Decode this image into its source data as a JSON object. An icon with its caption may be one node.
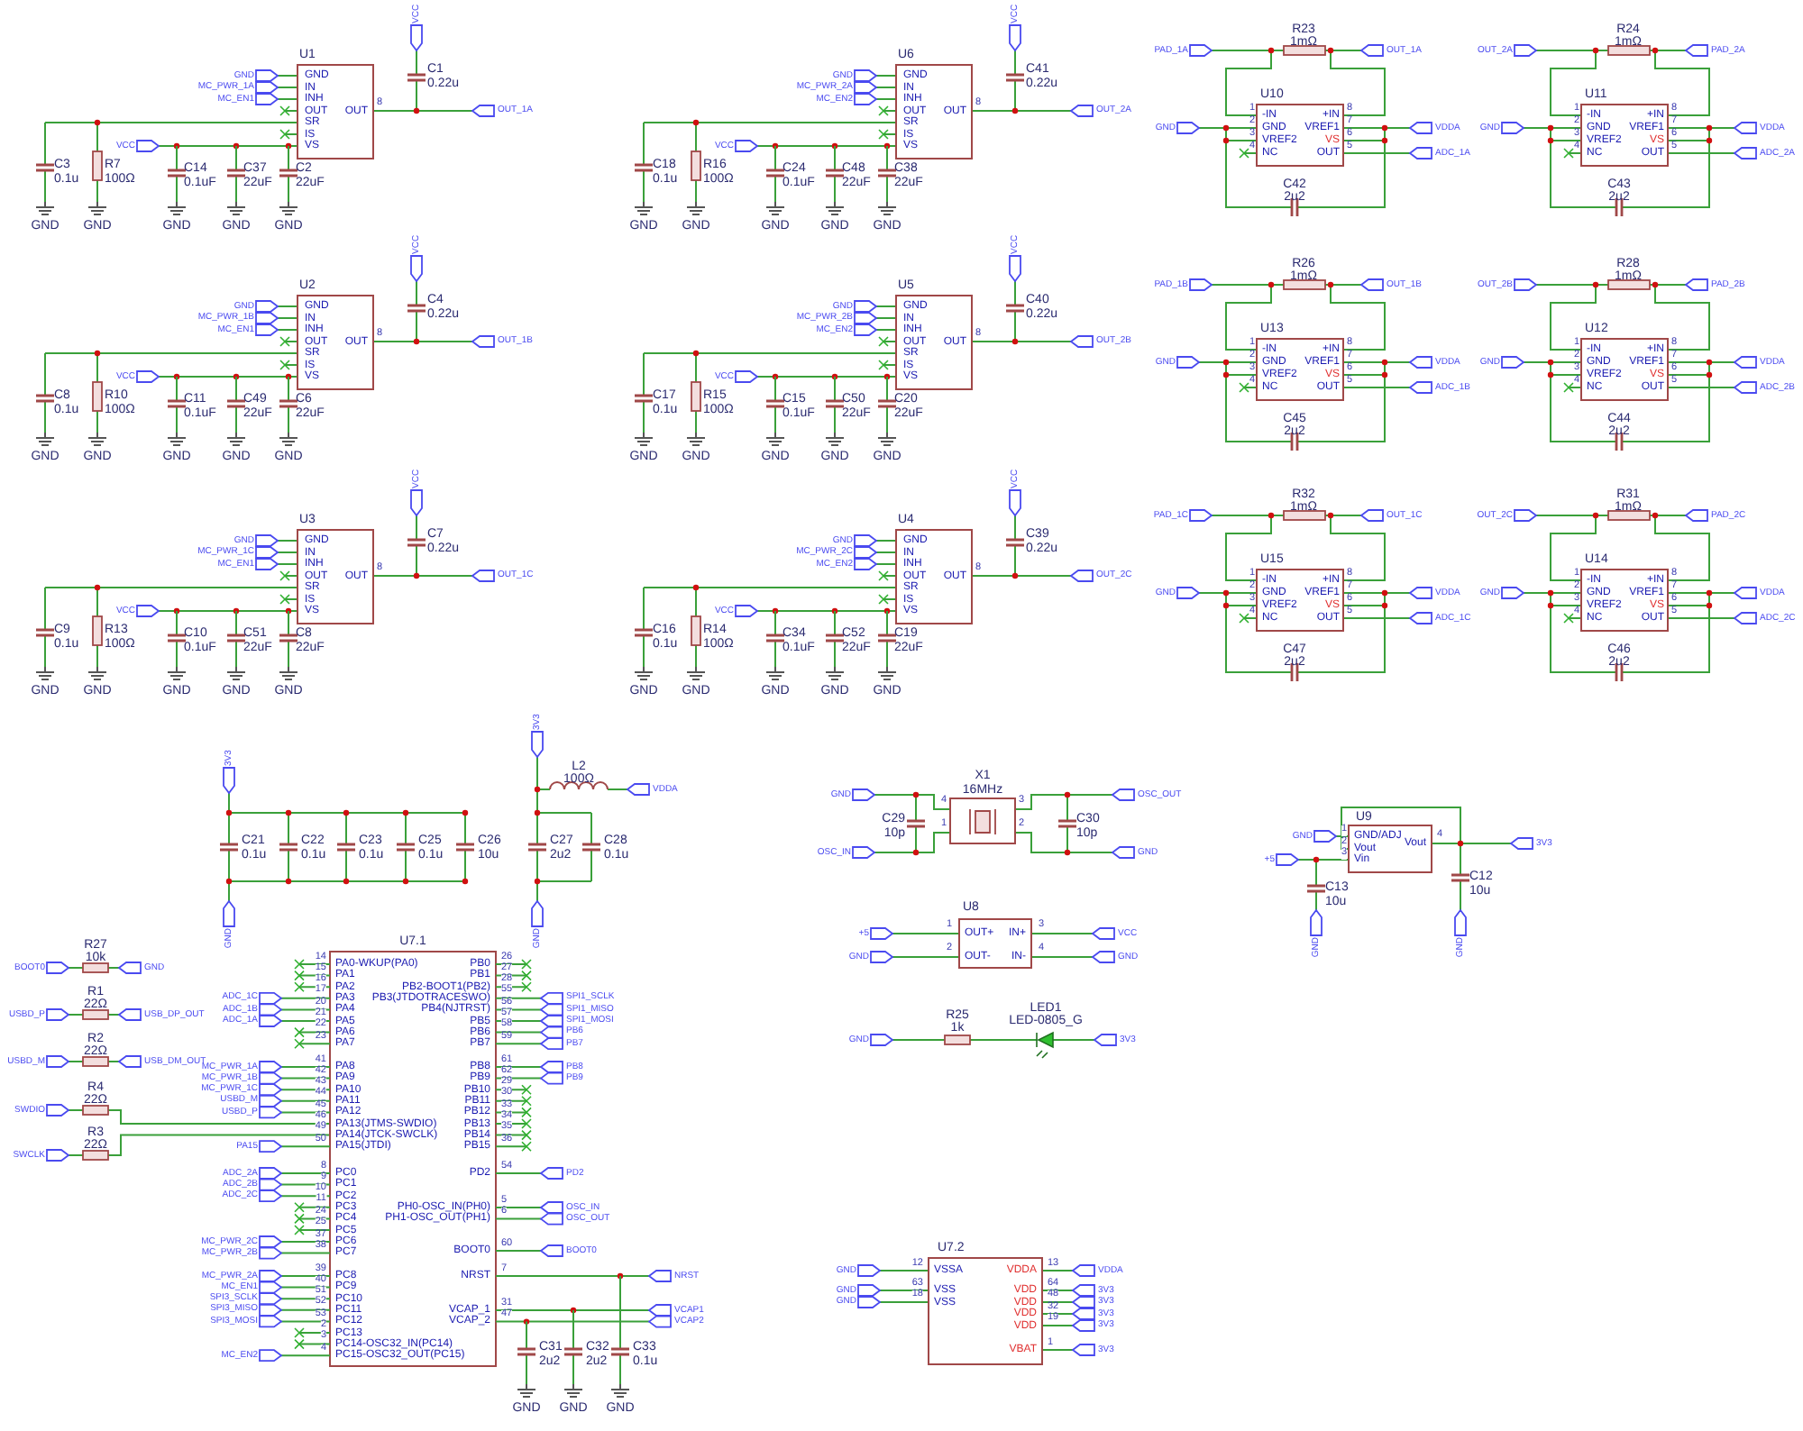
{
  "diagram": {
    "labels": [
      "U1",
      "GND",
      "IN",
      "INH",
      "OUT",
      "SR",
      "IS",
      "VS",
      "OUT",
      "8",
      "VCC",
      "C1",
      "0.22u",
      "GND",
      "MC_PWR_1A",
      "MC_EN1",
      "OUT_1A",
      "VCC",
      "C3",
      "0.1u",
      "R7",
      "100Ω",
      "C14",
      "0.1uF",
      "C37",
      "22uF",
      "C2",
      "22uF",
      "GND",
      "GND",
      "GND",
      "GND",
      "GND",
      "U6",
      "GND",
      "IN",
      "INH",
      "OUT",
      "SR",
      "IS",
      "VS",
      "OUT",
      "8",
      "VCC",
      "C41",
      "0.22u",
      "GND",
      "MC_PWR_2A",
      "MC_EN2",
      "OUT_2A",
      "VCC",
      "C18",
      "0.1u",
      "R16",
      "100Ω",
      "C24",
      "0.1uF",
      "C48",
      "22uF",
      "C38",
      "22uF",
      "GND",
      "GND",
      "GND",
      "GND",
      "GND",
      "U2",
      "GND",
      "IN",
      "INH",
      "OUT",
      "SR",
      "IS",
      "VS",
      "OUT",
      "8",
      "VCC",
      "C4",
      "0.22u",
      "GND",
      "MC_PWR_1B",
      "MC_EN1",
      "OUT_1B",
      "VCC",
      "C8",
      "0.1u",
      "R10",
      "100Ω",
      "C11",
      "0.1uF",
      "C49",
      "22uF",
      "C6",
      "22uF",
      "GND",
      "GND",
      "GND",
      "GND",
      "GND",
      "U5",
      "GND",
      "IN",
      "INH",
      "OUT",
      "SR",
      "IS",
      "VS",
      "OUT",
      "8",
      "VCC",
      "C40",
      "0.22u",
      "GND",
      "MC_PWR_2B",
      "MC_EN2",
      "OUT_2B",
      "VCC",
      "C17",
      "0.1u",
      "R15",
      "100Ω",
      "C15",
      "0.1uF",
      "C50",
      "22uF",
      "C20",
      "22uF",
      "GND",
      "GND",
      "GND",
      "GND",
      "GND",
      "U3",
      "GND",
      "IN",
      "INH",
      "OUT",
      "SR",
      "IS",
      "VS",
      "OUT",
      "8",
      "VCC",
      "C7",
      "0.22u",
      "GND",
      "MC_PWR_1C",
      "MC_EN1",
      "OUT_1C",
      "VCC",
      "C9",
      "0.1u",
      "R13",
      "100Ω",
      "C10",
      "0.1uF",
      "C51",
      "22uF",
      "C8",
      "22uF",
      "GND",
      "GND",
      "GND",
      "GND",
      "GND",
      "U4",
      "GND",
      "IN",
      "INH",
      "OUT",
      "SR",
      "IS",
      "VS",
      "OUT",
      "8",
      "VCC",
      "C39",
      "0.22u",
      "GND",
      "MC_PWR_2C",
      "MC_EN2",
      "OUT_2C",
      "VCC",
      "C16",
      "0.1u",
      "R14",
      "100Ω",
      "C34",
      "0.1uF",
      "C52",
      "22uF",
      "C19",
      "22uF",
      "GND",
      "GND",
      "GND",
      "GND",
      "GND",
      "R23",
      "1mΩ",
      "PAD_1A",
      "OUT_1A",
      "U10",
      "-IN",
      "GND",
      "VREF2",
      "NC",
      "+IN",
      "VREF1",
      "VS",
      "OUT",
      "1",
      "2",
      "3",
      "4",
      "8",
      "7",
      "6",
      "5",
      "GND",
      "VDDA",
      "ADC_1A",
      "C42",
      "2u2",
      "R24",
      "1mΩ",
      "OUT_2A",
      "PAD_2A",
      "U11",
      "-IN",
      "GND",
      "VREF2",
      "NC",
      "+IN",
      "VREF1",
      "VS",
      "OUT",
      "1",
      "2",
      "3",
      "4",
      "8",
      "7",
      "6",
      "5",
      "GND",
      "VDDA",
      "ADC_2A",
      "C43",
      "2u2",
      "R26",
      "1mΩ",
      "PAD_1B",
      "OUT_1B",
      "U13",
      "-IN",
      "GND",
      "VREF2",
      "NC",
      "+IN",
      "VREF1",
      "VS",
      "OUT",
      "1",
      "2",
      "3",
      "4",
      "8",
      "7",
      "6",
      "5",
      "GND",
      "VDDA",
      "ADC_1B",
      "C45",
      "2u2",
      "R28",
      "1mΩ",
      "OUT_2B",
      "PAD_2B",
      "U12",
      "-IN",
      "GND",
      "VREF2",
      "NC",
      "+IN",
      "VREF1",
      "VS",
      "OUT",
      "1",
      "2",
      "3",
      "4",
      "8",
      "7",
      "6",
      "5",
      "GND",
      "VDDA",
      "ADC_2B",
      "C44",
      "2u2",
      "R32",
      "1mΩ",
      "PAD_1C",
      "OUT_1C",
      "U15",
      "-IN",
      "GND",
      "VREF2",
      "NC",
      "+IN",
      "VREF1",
      "VS",
      "OUT",
      "1",
      "2",
      "3",
      "4",
      "8",
      "7",
      "6",
      "5",
      "GND",
      "VDDA",
      "ADC_1C",
      "C47",
      "2u2",
      "R31",
      "1mΩ",
      "OUT_2C",
      "PAD_2C",
      "U14",
      "-IN",
      "GND",
      "VREF2",
      "NC",
      "+IN",
      "VREF1",
      "VS",
      "OUT",
      "1",
      "2",
      "3",
      "4",
      "8",
      "7",
      "6",
      "5",
      "GND",
      "VDDA",
      "ADC_2C",
      "C46",
      "2u2",
      "3V3",
      "C21",
      "0.1u",
      "C22",
      "0.1u",
      "C23",
      "0.1u",
      "C25",
      "0.1u",
      "C26",
      "10u",
      "GND",
      "3V3",
      "L2",
      "100Ω",
      "VDDA",
      "C27",
      "2u2",
      "C28",
      "0.1u",
      "GND",
      "R27",
      "10k",
      "BOOT0",
      "GND",
      "R1",
      "22Ω",
      "USBD_P",
      "USB_DP_OUT",
      "R2",
      "22Ω",
      "USBD_M",
      "USB_DM_OUT",
      "R4",
      "22Ω",
      "SWDIO",
      "R3",
      "22Ω",
      "SWCLK",
      "U7.1",
      "14",
      "PA0-WKUP(PA0)",
      "15",
      "PA1",
      "16",
      "PA2",
      "17",
      "PA3",
      "ADC_1C",
      "20",
      "PA4",
      "ADC_1B",
      "21",
      "PA5",
      "ADC_1A",
      "22",
      "PA6",
      "23",
      "PA7",
      "41",
      "PA8",
      "MC_PWR_1A",
      "42",
      "PA9",
      "MC_PWR_1B",
      "43",
      "PA10",
      "MC_PWR_1C",
      "44",
      "PA11",
      "USBD_M",
      "45",
      "PA12",
      "USBD_P",
      "46",
      "PA13(JTMS-SWDIO)",
      "49",
      "PA14(JTCK-SWCLK)",
      "50",
      "PA15(JTDI)",
      "PA15",
      "8",
      "PC0",
      "ADC_2A",
      "9",
      "PC1",
      "ADC_2B",
      "10",
      "PC2",
      "ADC_2C",
      "11",
      "PC3",
      "24",
      "PC4",
      "25",
      "PC5",
      "37",
      "PC6",
      "MC_PWR_2C",
      "38",
      "PC7",
      "MC_PWR_2B",
      "39",
      "PC8",
      "MC_PWR_2A",
      "40",
      "PC9",
      "MC_EN1",
      "51",
      "PC10",
      "SPI3_SCLK",
      "52",
      "PC11",
      "SPI3_MISO",
      "53",
      "PC12",
      "SPI3_MOSI",
      "2",
      "PC13",
      "3",
      "PC14-OSC32_IN(PC14)",
      "4",
      "PC15-OSC32_OUT(PC15)",
      "MC_EN2",
      "26",
      "PB0",
      "27",
      "PB1",
      "28",
      "PB2-BOOT1(PB2)",
      "55",
      "PB3(JTDOTRACESWO)",
      "SPI1_SCLK",
      "56",
      "PB4(NJTRST)",
      "SPI1_MISO",
      "57",
      "PB5",
      "SPI1_MOSI",
      "58",
      "PB6",
      "PB6",
      "59",
      "PB7",
      "PB7",
      "61",
      "PB8",
      "PB8",
      "62",
      "PB9",
      "PB9",
      "29",
      "PB10",
      "30",
      "PB11",
      "33",
      "PB12",
      "34",
      "PB13",
      "35",
      "PB14",
      "36",
      "PB15",
      "54",
      "PD2",
      "PD2",
      "5",
      "PH0-OSC_IN(PH0)",
      "OSC_IN",
      "6",
      "PH1-OSC_OUT(PH1)",
      "OSC_OUT",
      "60",
      "BOOT0",
      "BOOT0",
      "7",
      "NRST",
      "31",
      "VCAP_1",
      "47",
      "VCAP_2",
      "NRST",
      "VCAP1",
      "VCAP2",
      "C31",
      "2u2",
      "C32",
      "2u2",
      "C33",
      "0.1u",
      "GND",
      "GND",
      "GND",
      "GND",
      "OSC_IN",
      "C29",
      "10p",
      "X1",
      "16MHz",
      "4",
      "1",
      "3",
      "2",
      "C30",
      "10p",
      "OSC_OUT",
      "GND",
      "U8",
      "1",
      "OUT+",
      "2",
      "OUT-",
      "3",
      "IN+",
      "4",
      "IN-",
      "+5",
      "GND",
      "VCC",
      "GND",
      "GND",
      "R25",
      "1k",
      "LED1",
      "LED-0805_G",
      "3V3",
      "U9",
      "1",
      "GND/ADJ",
      "2",
      "Vout",
      "3",
      "Vin",
      "4",
      "Vout",
      "GND",
      "+5",
      "C13",
      "10u",
      "GND",
      "C12",
      "10u",
      "GND",
      "3V3",
      "U7.2",
      "12",
      "VSSA",
      "63",
      "VSS",
      "18",
      "VSS",
      "13",
      "VDDA",
      "64",
      "VDD",
      "48",
      "VDD",
      "32",
      "VDD",
      "19",
      "VDD",
      "1",
      "VBAT",
      "GND",
      "GND",
      "GND",
      "VDDA",
      "3V3",
      "3V3",
      "3V3",
      "3V3",
      "3V3"
    ]
  }
}
